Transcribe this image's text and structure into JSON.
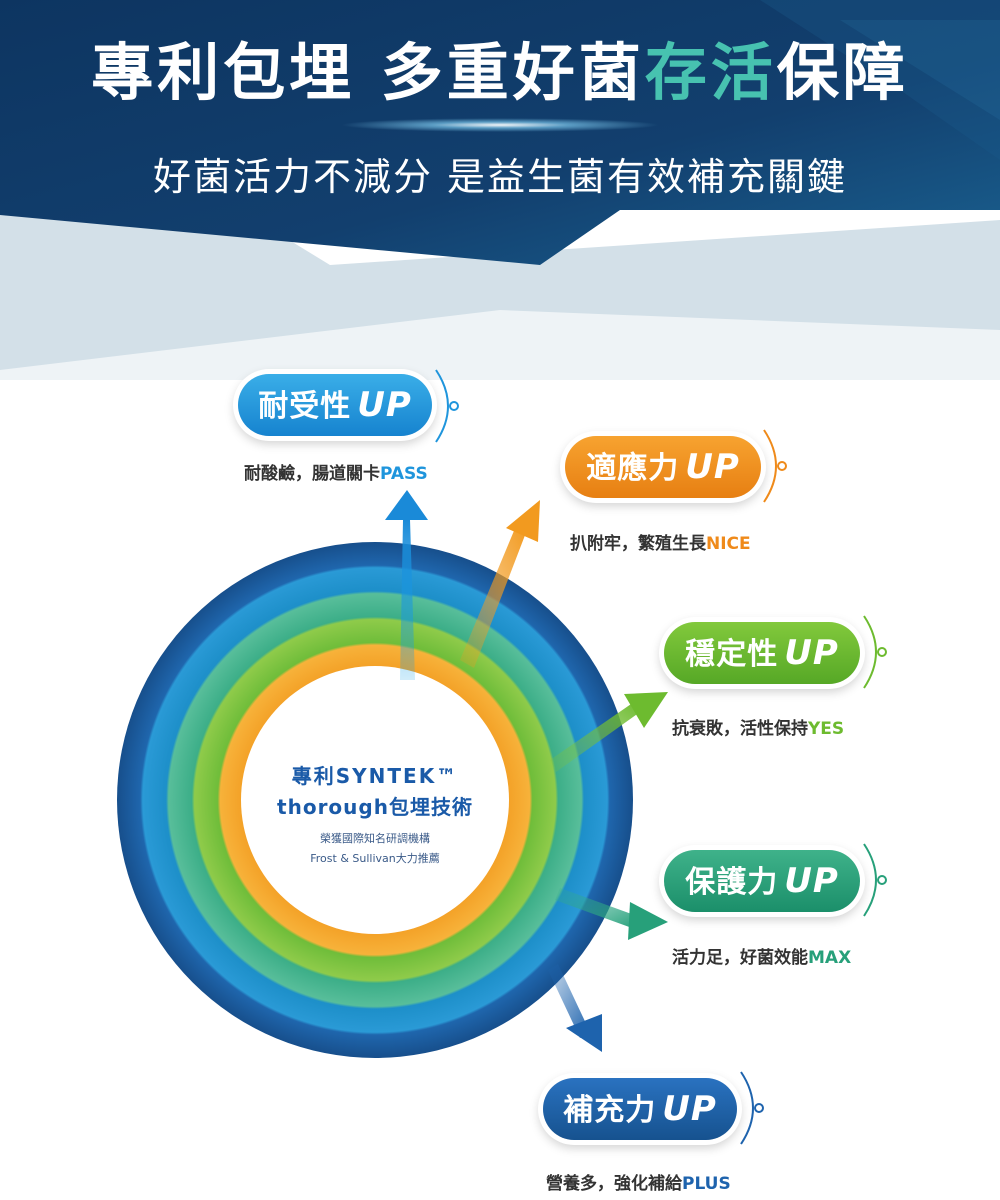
{
  "header": {
    "title_a": "專利包埋 多重好菌",
    "title_b": "存活",
    "title_c": "保障",
    "subtitle": "好菌活力不減分 是益生菌有效補充關鍵"
  },
  "core": {
    "line1": "專利SYNTEK™",
    "line2": "thorough包埋技術",
    "line3": "榮獲國際知名研調機構",
    "line4": "Frost & Sullivan大力推薦"
  },
  "features": [
    {
      "label": "耐受性",
      "suffix": "UP",
      "desc": "耐酸鹼，腸道關卡",
      "keyword": "PASS",
      "color": "#1f95dc"
    },
    {
      "label": "適應力",
      "suffix": "UP",
      "desc": "扒附牢，繁殖生長",
      "keyword": "NICE",
      "color": "#ef8a1a"
    },
    {
      "label": "穩定性",
      "suffix": "UP",
      "desc": "抗衰敗，活性保持",
      "keyword": "YES",
      "color": "#6dbb2f"
    },
    {
      "label": "保護力",
      "suffix": "UP",
      "desc": "活力足，好菌效能",
      "keyword": "MAX",
      "color": "#27a07a"
    },
    {
      "label": "補充力",
      "suffix": "UP",
      "desc": "營養多，強化補給",
      "keyword": "PLUS",
      "color": "#1e63ad"
    }
  ],
  "colors": {
    "header_dark": "#0c3a66",
    "header_mid": "#14507f",
    "band_light": "#d3e0e8",
    "ring_blue": "#1c72b8",
    "ring_teal": "#35ad8f",
    "ring_green": "#7cc241",
    "ring_orange": "#f29a1f",
    "ring_inner_blue": "#1aa3e8"
  }
}
